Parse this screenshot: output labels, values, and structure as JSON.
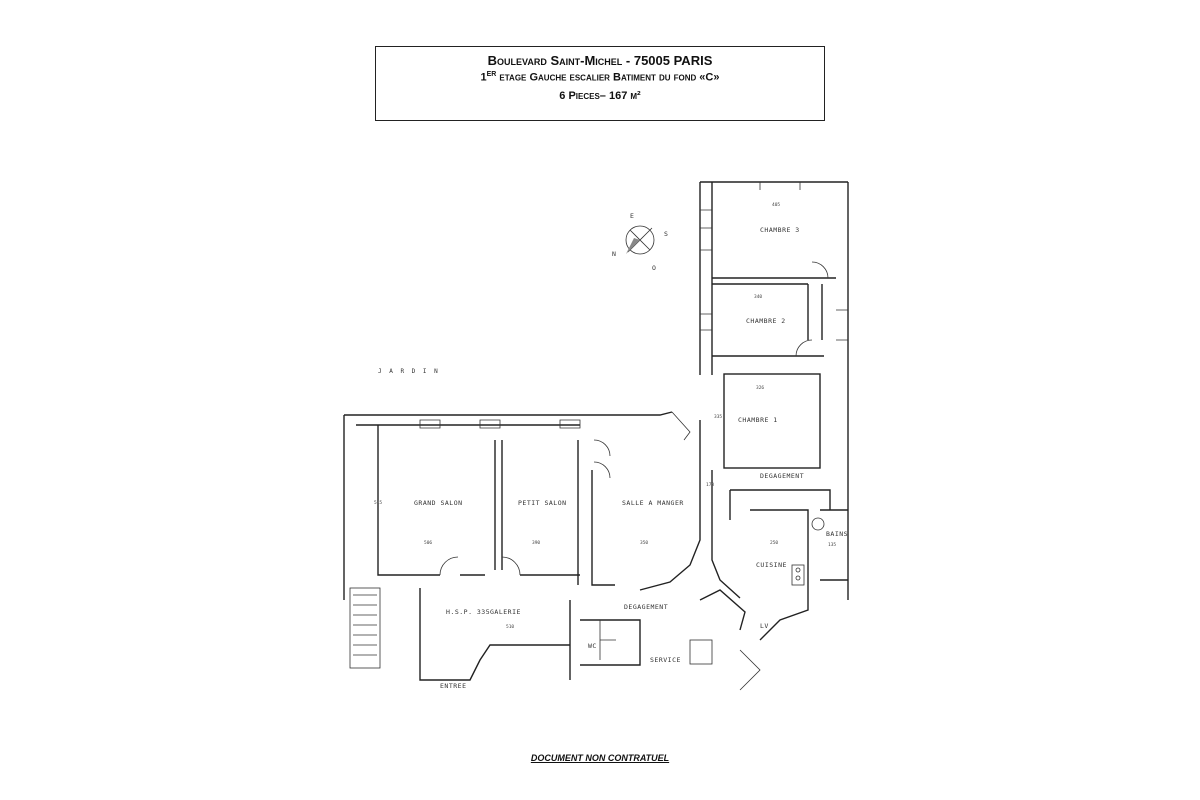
{
  "header": {
    "line1": "Boulevard Saint-Michel - 75005 PARIS",
    "line2_sup": "er",
    "line2_num": "1",
    "line2": " etage Gauche escalier Batiment du fond «C»",
    "line3": "6 Pieces– 167 m²"
  },
  "footer": {
    "text": "DOCUMENT NON CONTRATUEL"
  },
  "plan": {
    "garden": "J A R D I N",
    "compass": {
      "e": "E",
      "s": "S",
      "n": "N",
      "o": "O"
    },
    "rooms": {
      "chambre3": "CHAMBRE 3",
      "chambre2": "CHAMBRE 2",
      "chambre1": "CHAMBRE 1",
      "grand_salon": "GRAND SALON",
      "petit_salon": "PETIT SALON",
      "salle_a_manger": "SALLE A MANGER",
      "galerie": "GALERIE",
      "hsp": "H.S.P. 335",
      "degagement_top": "DEGAGEMENT",
      "degagement_bottom": "DEGAGEMENT",
      "cuisine": "CUISINE",
      "bains": "BAINS",
      "wc": "WC",
      "service": "SERVICE",
      "entree": "ENTREE",
      "lv": "LV"
    },
    "dims": {
      "c3_top": "405",
      "c2_top": "340",
      "c1_top": "326",
      "c1_side": "335",
      "gs_width": "506",
      "gs_side": "515",
      "ps_width": "390",
      "sam_width": "350",
      "gal_width": "510",
      "cuisine_w": "250",
      "bains_w": "135",
      "deg_w": "170"
    }
  }
}
